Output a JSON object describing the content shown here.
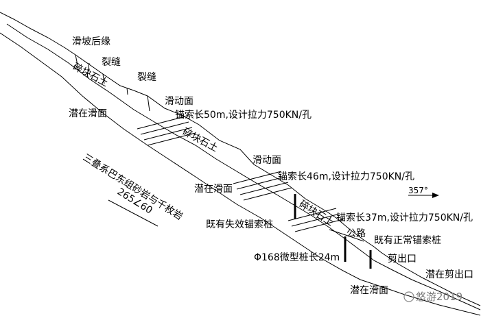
{
  "labels": {
    "landslide_rear_edge": "滑坡后缘",
    "crack_1": "裂缝",
    "crack_2": "裂缝",
    "gravel_soil_upper": "碎块石土",
    "potential_slip_surface_upper": "潜在滑面",
    "slip_surface_upper": "滑动面",
    "anchor_upper": "锚索长50m,设计拉力750KN/孔",
    "gravel_soil_middle": "碎块石土",
    "slip_surface_middle": "滑动面",
    "bedrock": "三叠系巴东组砂岩与千枚岩",
    "attitude": "265∠60",
    "anchor_middle": "锚索长46m,设计拉力750KN/孔",
    "potential_slip_surface_middle": "潜在滑面",
    "direction": "357°",
    "failed_anchor_pile": "既有失效锚索桩",
    "gravel_soil_lower": "碎块石土",
    "anchor_lower": "锚索长37m,设计拉力750KN/孔",
    "road": "公路",
    "normal_anchor_pile": "既有正常锚索桩",
    "micro_pile": "Φ168微型桩长24m",
    "shear_outlet": "剪出口",
    "potential_shear_outlet": "潜在剪出口",
    "potential_slip_surface_lower": "潜在滑面",
    "watermark": "悠游2019"
  }
}
